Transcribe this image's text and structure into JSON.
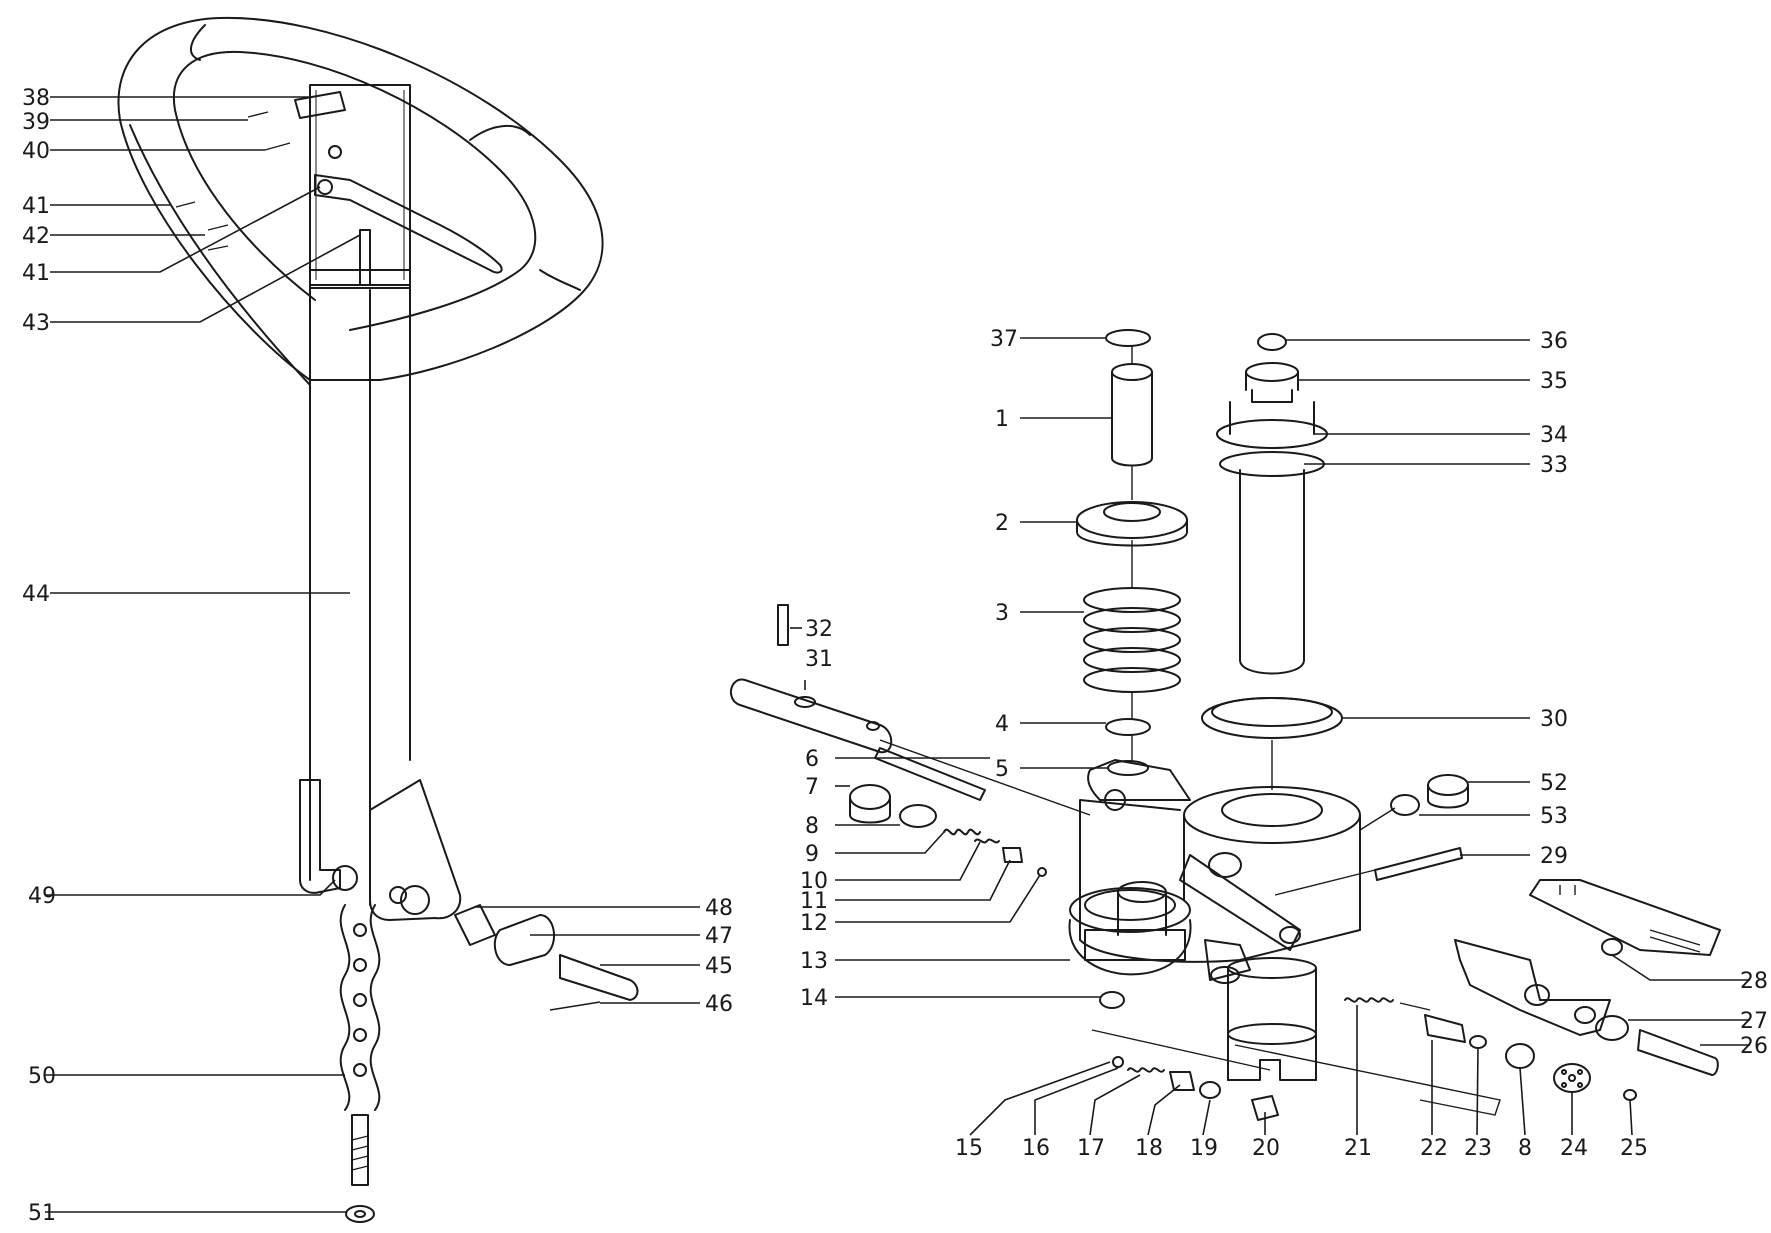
{
  "diagram": {
    "callouts": {
      "c38": "38",
      "c39": "39",
      "c40": "40",
      "c41a": "41",
      "c42": "42",
      "c41b": "41",
      "c43": "43",
      "c44": "44",
      "c49": "49",
      "c48": "48",
      "c47": "47",
      "c45": "45",
      "c46": "46",
      "c50": "50",
      "c51": "51",
      "c37": "37",
      "c1": "1",
      "c2": "2",
      "c3": "3",
      "c4": "4",
      "c5": "5",
      "c36": "36",
      "c35": "35",
      "c34": "34",
      "c33": "33",
      "c30": "30",
      "c32": "32",
      "c31": "31",
      "c6": "6",
      "c7": "7",
      "c8a": "8",
      "c9": "9",
      "c10": "10",
      "c11": "11",
      "c12": "12",
      "c13": "13",
      "c14": "14",
      "c52": "52",
      "c53": "53",
      "c29": "29",
      "c28": "28",
      "c27": "27",
      "c26": "26",
      "c15": "15",
      "c16": "16",
      "c17": "17",
      "c18": "18",
      "c19": "19",
      "c20": "20",
      "c21": "21",
      "c22": "22",
      "c23": "23",
      "c8b": "8",
      "c24": "24",
      "c25": "25"
    }
  }
}
